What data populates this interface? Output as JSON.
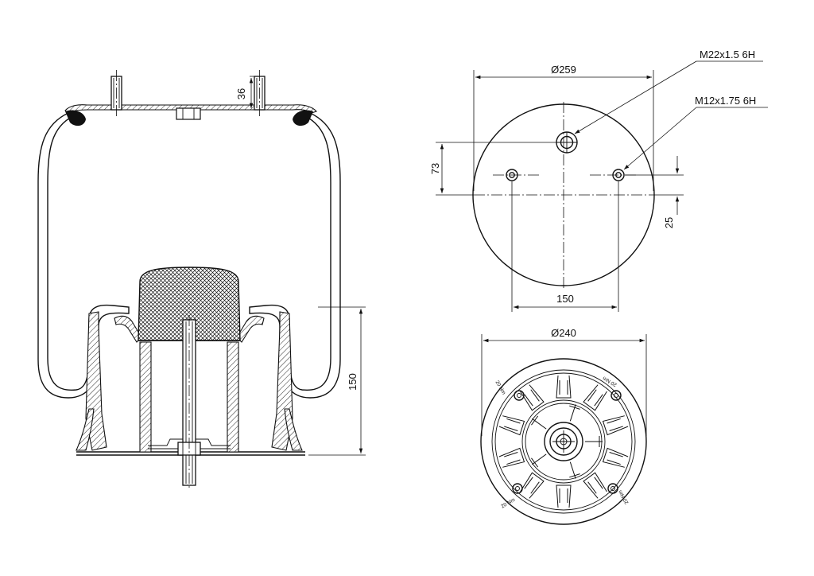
{
  "dimensions": {
    "stud_height": "36",
    "upper_plate_diameter": "Ø259",
    "center_thread": "M22x1.5 6H",
    "side_thread": "M12x1.75 6H",
    "stud_offset_vertical": "73",
    "stud_offset_small": "25",
    "stud_spacing": "150",
    "piston_height": "150",
    "piston_diameter": "Ø240"
  },
  "bottom_view_labels": {
    "torque_top_left": "20 Nm",
    "torque_top_right": "20 Nm",
    "torque_bottom_left": "20 Nm",
    "torque_bottom_right": "20 Nm"
  }
}
